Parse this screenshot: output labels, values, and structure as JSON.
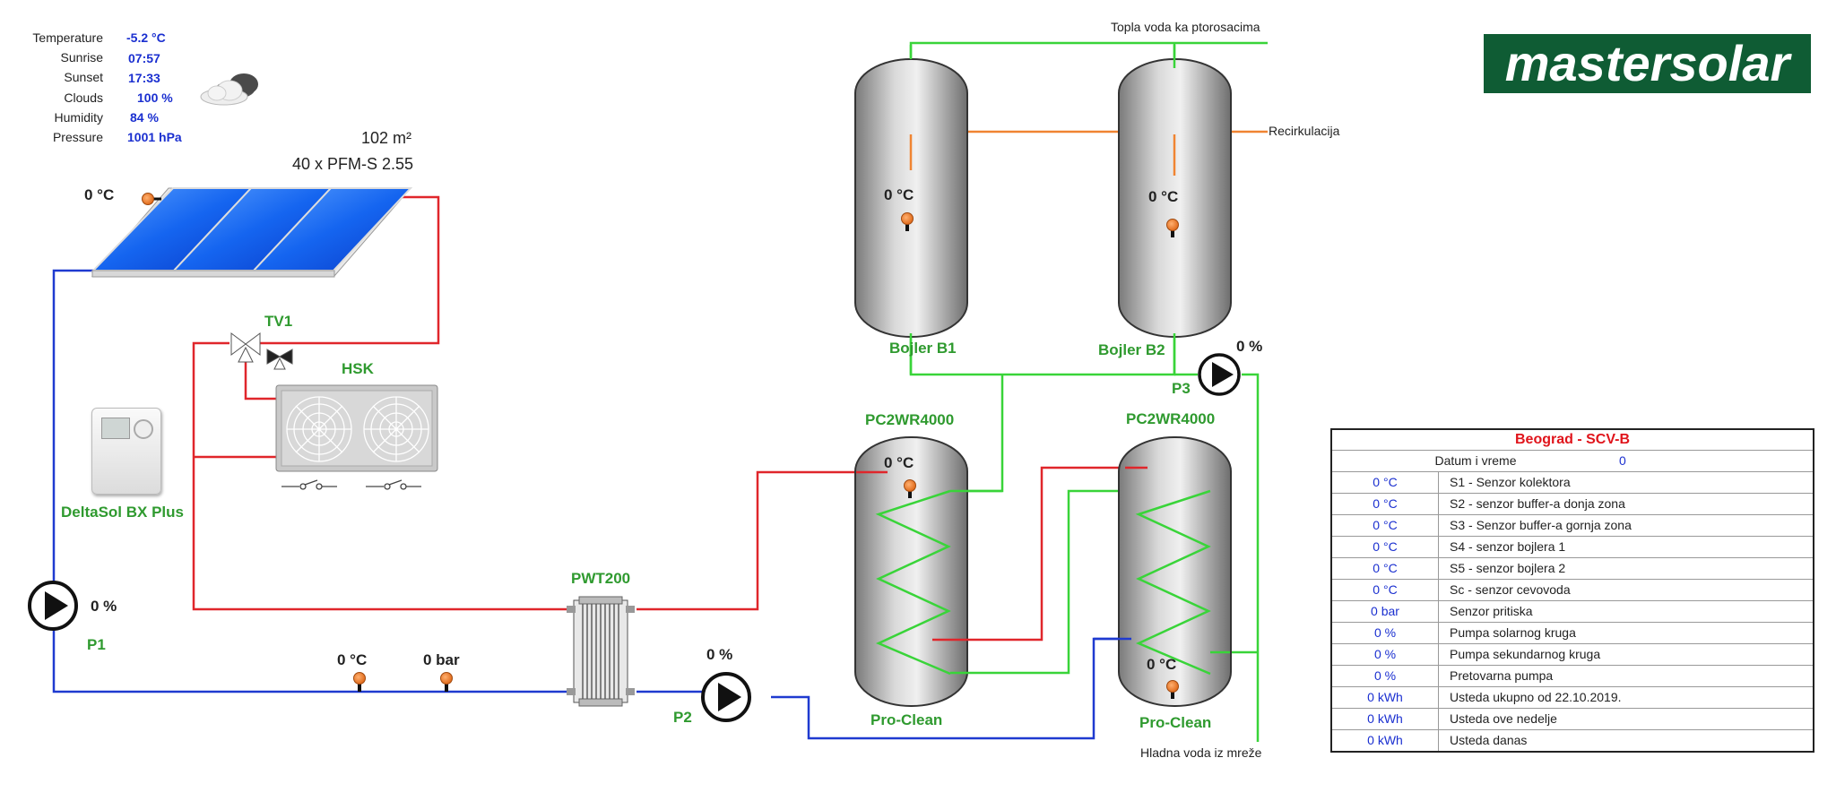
{
  "weather": {
    "rows": [
      {
        "label": "Temperature",
        "value": "-5.2 °C"
      },
      {
        "label": "Sunrise",
        "value": "07:57"
      },
      {
        "label": "Sunset",
        "value": "17:33"
      },
      {
        "label": "Clouds",
        "value": "100 %"
      },
      {
        "label": "Humidity",
        "value": "84 %"
      },
      {
        "label": "Pressure",
        "value": "1001 hPa"
      }
    ],
    "icon": "cloud-icon"
  },
  "brand": {
    "logo_text": "mastersolar",
    "color": "#0f5c34"
  },
  "collector": {
    "area": "102 m²",
    "model": "40 x PFM-S 2.55",
    "temp": "0 °C"
  },
  "valve": {
    "label": "TV1"
  },
  "cooler": {
    "label": "HSK"
  },
  "controller": {
    "label": "DeltaSol BX Plus"
  },
  "pump1": {
    "label": "P1",
    "value": "0 %"
  },
  "pump2": {
    "label": "P2",
    "value": "0 %"
  },
  "pump3": {
    "label": "P3",
    "value": "0 %"
  },
  "exchanger": {
    "label": "PWT200"
  },
  "pipe_sensors": {
    "temp": "0 °C",
    "pressure": "0 bar"
  },
  "boilers": {
    "b1": {
      "label": "Bojler B1",
      "temp": "0 °C"
    },
    "b2": {
      "label": "Bojler B2",
      "temp": "0 °C"
    }
  },
  "buffers": {
    "left": {
      "model": "PC2WR4000",
      "temp": "0 °C",
      "brand": "Pro-Clean"
    },
    "right": {
      "model": "PC2WR4000",
      "temp": "0 °C",
      "brand": "Pro-Clean"
    }
  },
  "lines": {
    "hot_water": "Topla voda ka ptorosacima",
    "recirculation": "Recirkulacija",
    "cold_water": "Hladna voda iz mreže"
  },
  "colors": {
    "hot": "#e0262b",
    "cold": "#1f3ad0",
    "green": "#39d439",
    "orange": "#f08432",
    "label_green": "#2f9a2f"
  },
  "table": {
    "title": "Beograd - SCV-B",
    "datetime_label": "Datum i vreme",
    "datetime_value": "0",
    "rows": [
      {
        "value": "0 °C",
        "label": "S1 - Senzor kolektora"
      },
      {
        "value": "0 °C",
        "label": "S2 - senzor buffer-a donja zona"
      },
      {
        "value": "0 °C",
        "label": "S3 - Senzor buffer-a gornja zona"
      },
      {
        "value": "0 °C",
        "label": "S4 - senzor bojlera 1"
      },
      {
        "value": "0 °C",
        "label": "S5 - senzor bojlera 2"
      },
      {
        "value": "0 °C",
        "label": "Sc - senzor cevovoda"
      },
      {
        "value": "0 bar",
        "label": "Senzor pritiska"
      },
      {
        "value": "0 %",
        "label": "Pumpa solarnog kruga"
      },
      {
        "value": "0 %",
        "label": "Pumpa sekundarnog kruga"
      },
      {
        "value": "0 %",
        "label": "Pretovarna pumpa"
      },
      {
        "value": "0 kWh",
        "label": "Usteda ukupno od 22.10.2019."
      },
      {
        "value": "0 kWh",
        "label": "Usteda ove nedelje"
      },
      {
        "value": "0 kWh",
        "label": "Usteda danas"
      }
    ]
  }
}
